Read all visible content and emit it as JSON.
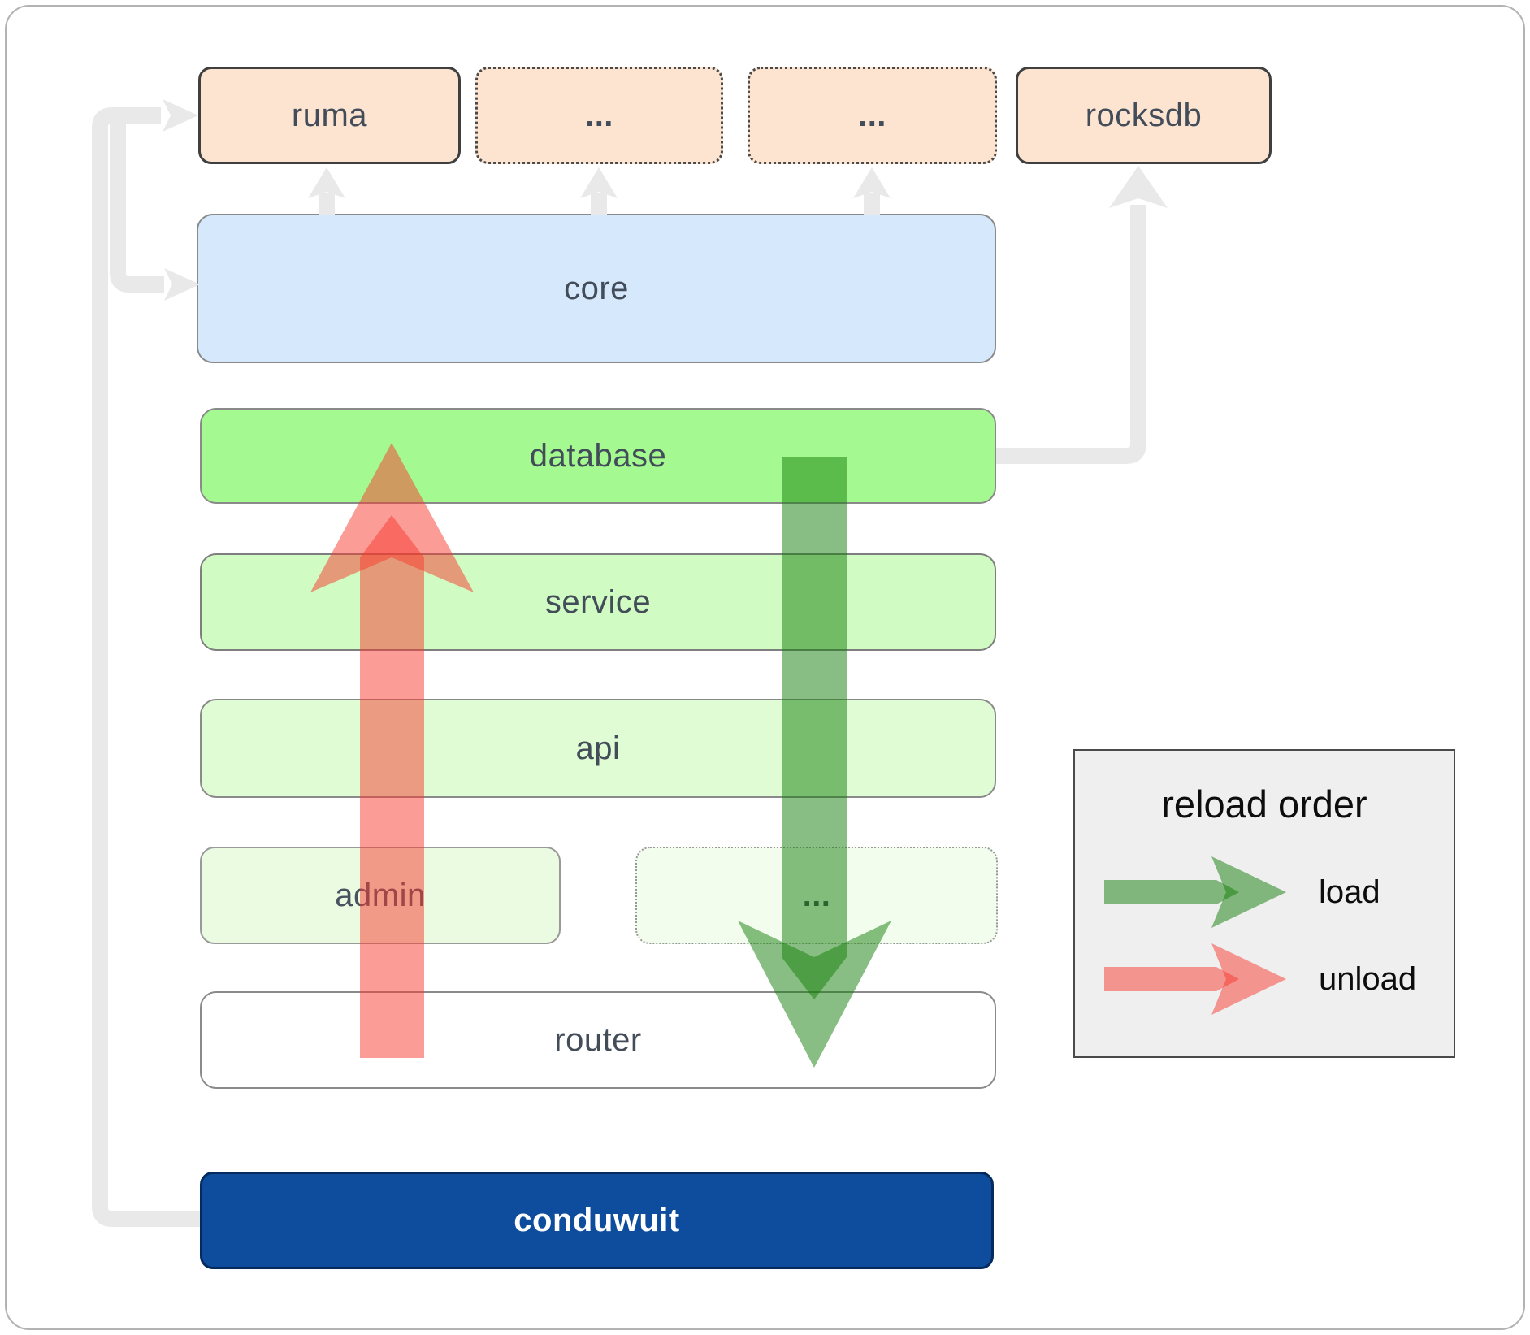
{
  "diagram": {
    "nodes": {
      "ruma": "ruma",
      "ellipsis1": "...",
      "ellipsis2": "...",
      "rocksdb": "rocksdb",
      "core": "core",
      "database": "database",
      "service": "service",
      "api": "api",
      "admin": "admin",
      "ellipsis3": "...",
      "router": "router",
      "conduwuit": "conduwuit"
    },
    "legend": {
      "title": "reload order",
      "load_label": "load",
      "unload_label": "unload"
    },
    "colors": {
      "load_arrow_green": "#117d08",
      "unload_arrow_red": "#f73a2d",
      "connector_gray": "#e9e9e9",
      "peach_fill": "#fce4d0",
      "core_fill": "#d6e9fc",
      "database_fill": "#a4fa90",
      "service_fill": "#d0fbc2",
      "api_fill": "#dffcd4",
      "admin_fill": "#eafbe2",
      "ellipsis_row_fill": "#f2fdee",
      "router_fill": "#ffffff",
      "conduwuit_fill": "#0e4d9d",
      "legend_bg": "#efefef"
    }
  }
}
